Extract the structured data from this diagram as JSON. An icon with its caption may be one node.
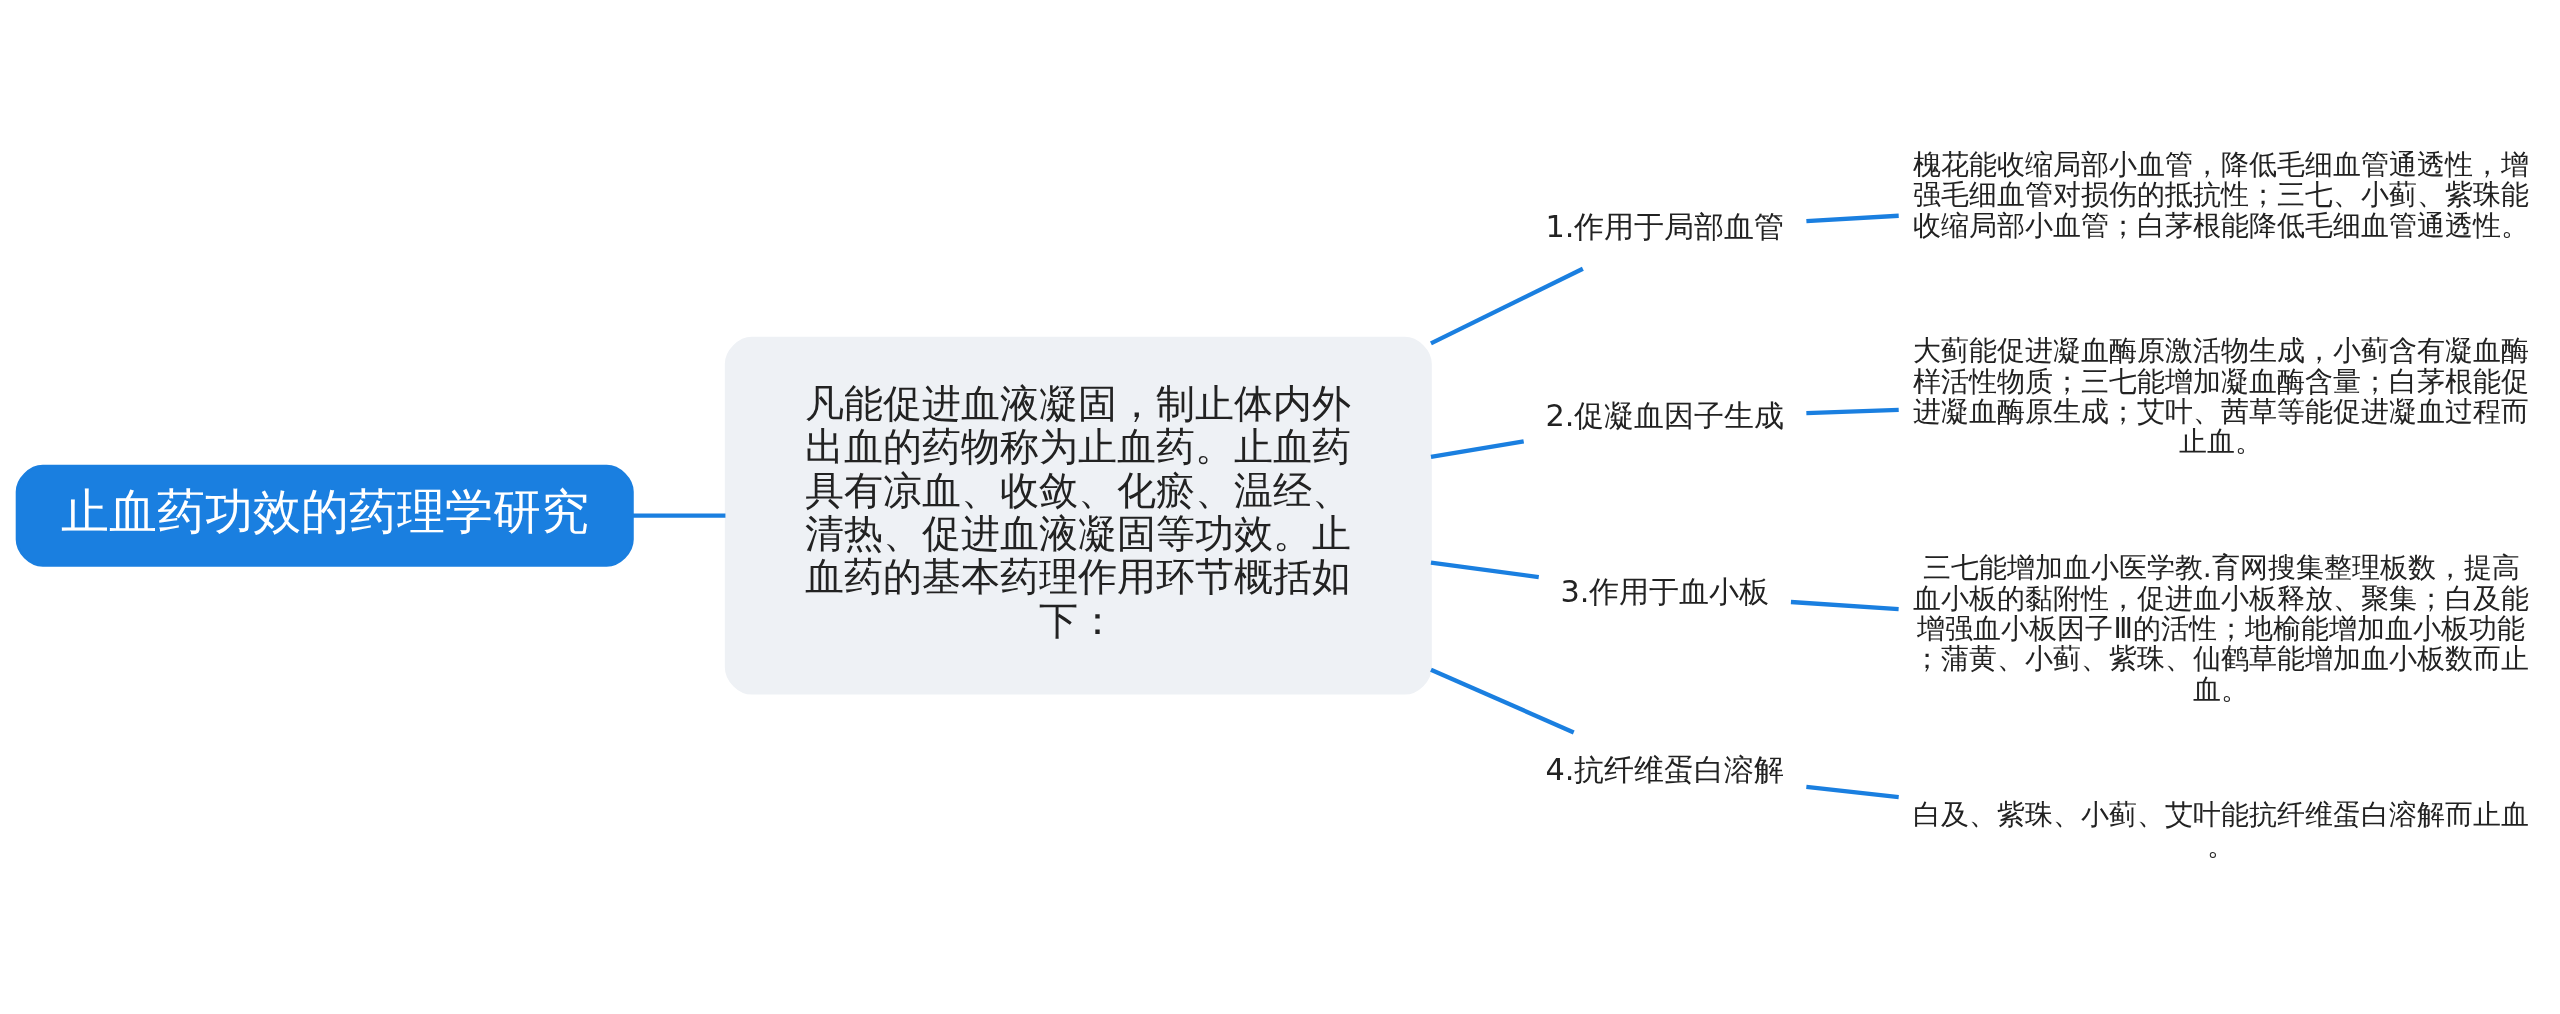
{
  "diagram": {
    "nodes": [
      {
        "text": [
          "止血药功效的药理学研究"
        ]
      },
      {
        "text": [
          "凡能促进血液凝固，制止体内外出血的药物称为止血药。止血药具有凉血、收敛、化瘀、温经、清热、促进血液凝固等功效。止血药的基本药理作用环节概括如下："
        ]
      },
      {
        "text": [
          "1.作用于局部血管"
        ]
      },
      {
        "text": [
          "2.促凝血因子生成"
        ]
      },
      {
        "text": [
          "3.作用于血小板"
        ]
      },
      {
        "text": [
          "4.抗纤维蛋白溶解"
        ]
      },
      {
        "text": [
          "槐花能收缩局部小血管，降低毛细血管通透性，增强毛细血管对损伤的抵抗性；三七、小蓟、紫珠能收缩局部小血管；白茅根能降低毛细血管通透性。"
        ]
      },
      {
        "text": [
          "大蓟能促进凝血酶原激活物生成，小蓟含有凝血酶样活性物质；三七能增加凝血酶含量；白茅根能促进凝血酶原生成；艾叶、茜草等能促进凝血过程而止血。"
        ]
      },
      {
        "text": [
          "三七能增加血小医学教.育网搜集整理板数，提高血小板的黏附性，促进血小板释放、聚集；白及能增强血小板因子Ⅲ的活性；地榆能增加血小板功能；蒲黄、小蓟、紫珠、仙鹤草能增加血小板数而止血。"
        ]
      },
      {
        "text": [
          "白及、紫珠、小蓟、艾叶能抗纤维蛋白溶解而止血。"
        ]
      }
    ],
    "edges": [
      {
        "from": 0,
        "to": 1,
        "arrow": "none"
      },
      {
        "from": 1,
        "to": 2,
        "arrow": "none"
      },
      {
        "from": 1,
        "to": 3,
        "arrow": "none"
      },
      {
        "from": 1,
        "to": 4,
        "arrow": "none"
      },
      {
        "from": 1,
        "to": 5,
        "arrow": "none"
      },
      {
        "from": 2,
        "to": 6,
        "arrow": "none"
      },
      {
        "from": 3,
        "to": 7,
        "arrow": "none"
      },
      {
        "from": 4,
        "to": 8,
        "arrow": "none"
      },
      {
        "from": 5,
        "to": 9,
        "arrow": "none"
      }
    ]
  }
}
